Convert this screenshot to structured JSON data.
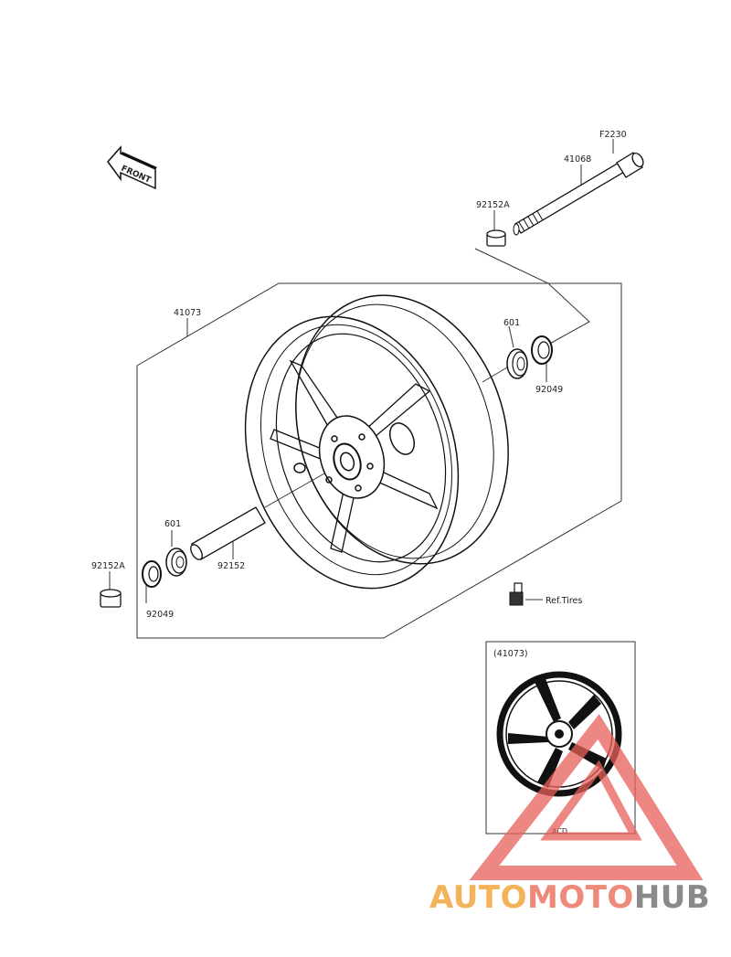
{
  "front_badge": "FRONT",
  "labels": {
    "ref_code": "F2230",
    "axle": "41068",
    "collar_top": "92152A",
    "wheel_assy": "41073",
    "bearing_right": "601",
    "seal_right": "92049",
    "bearing_left": "601",
    "spacer": "92152",
    "collar_left": "92152A",
    "seal_left": "92049",
    "ref_tires": "Ref.Tires"
  },
  "inset": {
    "title": "(41073)",
    "code": "ACD"
  },
  "watermark": {
    "brand_part1": "AUTO",
    "brand_part2": "MOTO",
    "brand_part3": "HUB",
    "colors": {
      "auto": "#f2b35a",
      "moto": "#ee8a7a",
      "hub": "#8a8a8a",
      "triangle": "#e8605a"
    }
  }
}
